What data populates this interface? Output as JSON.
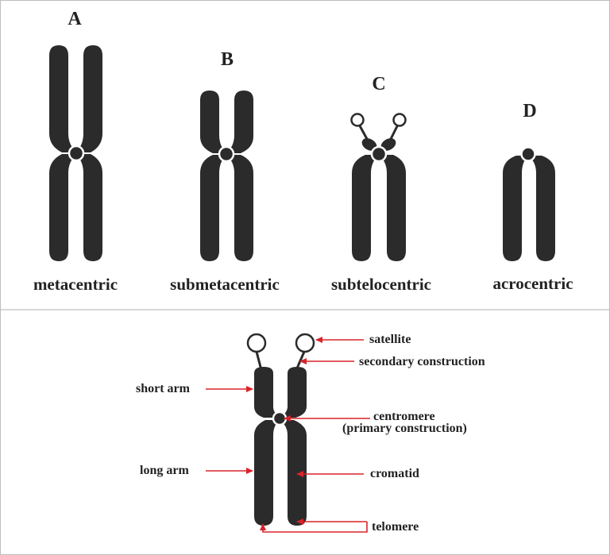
{
  "top_panel": {
    "types": [
      {
        "letter": "A",
        "name": "metacentric"
      },
      {
        "letter": "B",
        "name": "submetacentric"
      },
      {
        "letter": "C",
        "name": "subtelocentric"
      },
      {
        "letter": "D",
        "name": "acrocentric"
      }
    ]
  },
  "bottom_panel": {
    "labels": {
      "satellite": "satellite",
      "secondary_construction": "secondary construction",
      "short_arm": "short arm",
      "centromere": "centromere",
      "primary_construction": "(primary construction)",
      "long_arm": "long arm",
      "cromatid": "cromatid",
      "telomere": "telomere"
    }
  },
  "colors": {
    "chromosome": "#2b2b2b",
    "arrow": "#d8232a",
    "divider": "#bdbdbd"
  }
}
